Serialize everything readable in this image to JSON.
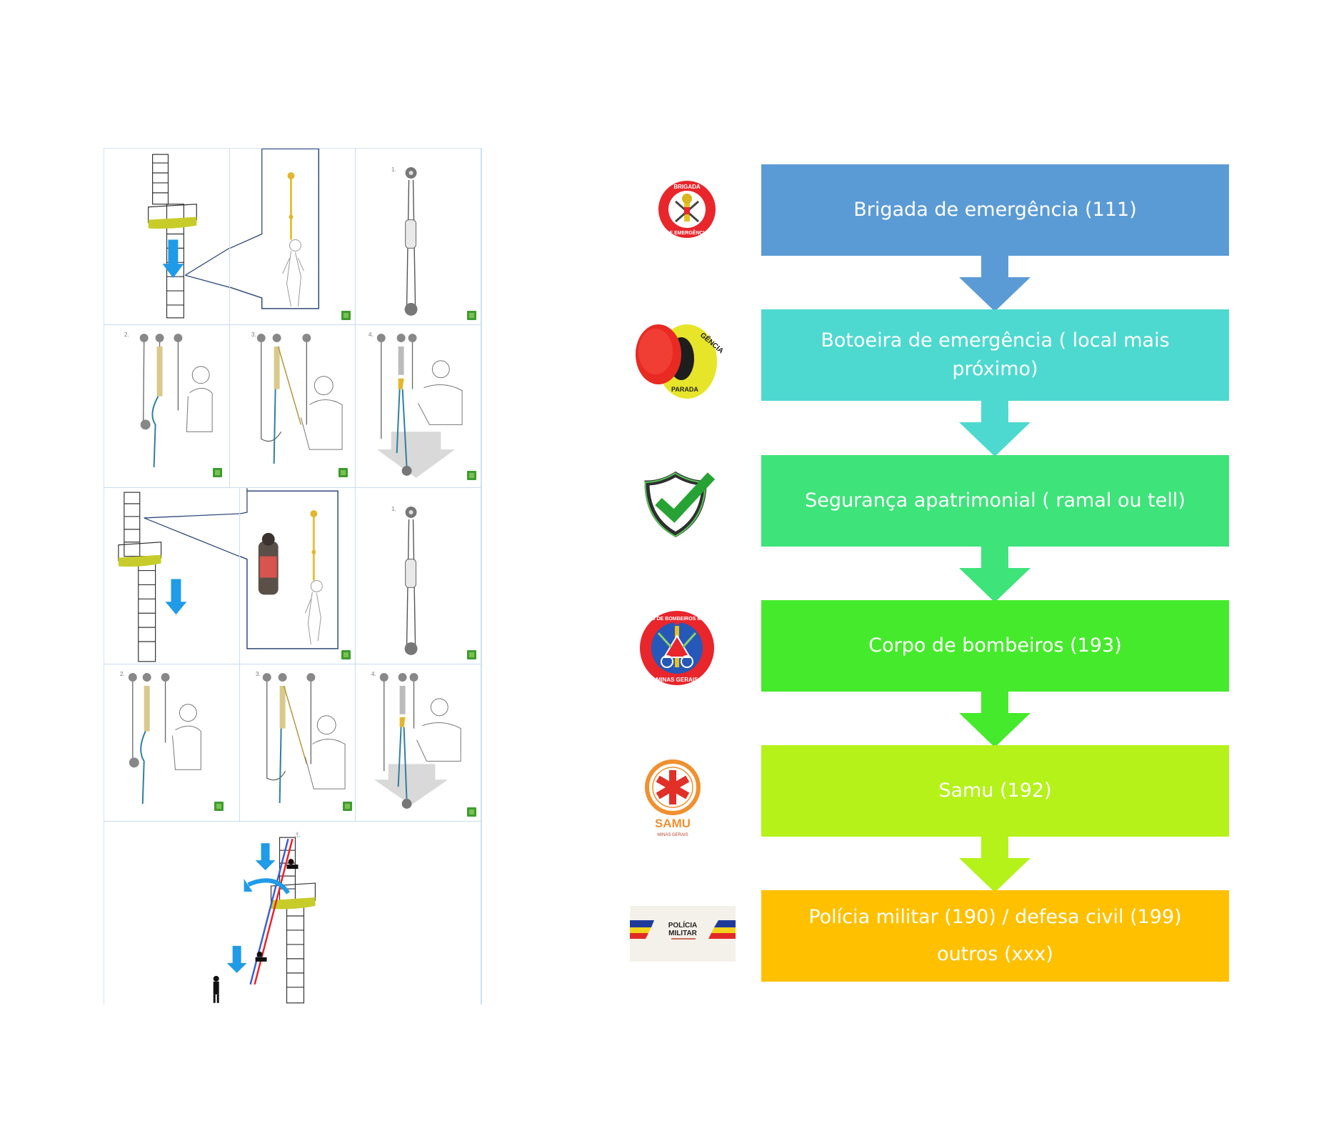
{
  "flowchart": {
    "title_hidden": "",
    "steps": [
      {
        "label": "Brigada de emergência (111)",
        "color": "#5b9bd5",
        "logo": "brigada-de-emergencia-logo",
        "logo_text_top": "BRIGADA",
        "logo_text_bottom": "DE EMERGÊNCIA"
      },
      {
        "label": "Botoeira de emergência ( local mais próximo)",
        "color": "#4dd9d0",
        "logo": "emergency-stop-button-logo",
        "logo_text_top": "GÊNCIA",
        "logo_text_bottom": "PARADA"
      },
      {
        "label": "Segurança apatrimonial ( ramal ou tell)",
        "color": "#3ee37a",
        "logo": "security-shield-check-logo"
      },
      {
        "label": "Corpo de bombeiros (193)",
        "color": "#46ea2c",
        "logo": "corpo-de-bombeiros-logo",
        "logo_text_top": "CORPO DE BOMBEIROS MILITAR",
        "logo_text_bottom": "MINAS GERAIS"
      },
      {
        "label": "Samu (192)",
        "color": "#b4f21a",
        "logo": "samu-logo",
        "logo_text_top": "SAMU",
        "logo_text_bottom": "MINAS GERAIS"
      },
      {
        "label": "Polícia militar (190) / defesa civil (199) outros (xxx)",
        "label_line1": "Polícia militar (190) / defesa civil (199)",
        "label_line2": "outros (xxx)",
        "color": "#ffc000",
        "logo": "policia-militar-logo",
        "logo_text_top": "POLÍCIA",
        "logo_text_bottom": "MILITAR"
      }
    ]
  },
  "illustration": {
    "scenario_1": {
      "panels": [
        {
          "name": "ladder-fall-overview",
          "step_number": ""
        },
        {
          "name": "suspended-worker-zoom",
          "step_number": ""
        },
        {
          "name": "rescue-kit-step-1",
          "step_number": "1."
        },
        {
          "name": "rescue-kit-step-2",
          "step_number": "2."
        },
        {
          "name": "rescue-kit-step-3",
          "step_number": "3."
        },
        {
          "name": "rescue-kit-step-4",
          "step_number": "4."
        }
      ]
    },
    "scenario_2": {
      "panels": [
        {
          "name": "ladder-fall-overview-2",
          "step_number": ""
        },
        {
          "name": "suspended-worker-harness-zoom",
          "step_number": ""
        },
        {
          "name": "rescue-kit-step-1b",
          "step_number": "1."
        },
        {
          "name": "rescue-kit-step-2b",
          "step_number": "2."
        },
        {
          "name": "rescue-kit-step-3b",
          "step_number": "3."
        },
        {
          "name": "rescue-kit-step-4b",
          "step_number": "4."
        }
      ]
    },
    "final_panel": {
      "name": "rope-descent-rescue"
    }
  },
  "colors": {
    "panel_border": "#c9dcf2",
    "guide_arrow": "#1f9be8",
    "platform_yellow": "#c8cc2a",
    "rope_blue": "#2f7f9e",
    "badge_green": "#3f9b2f"
  }
}
